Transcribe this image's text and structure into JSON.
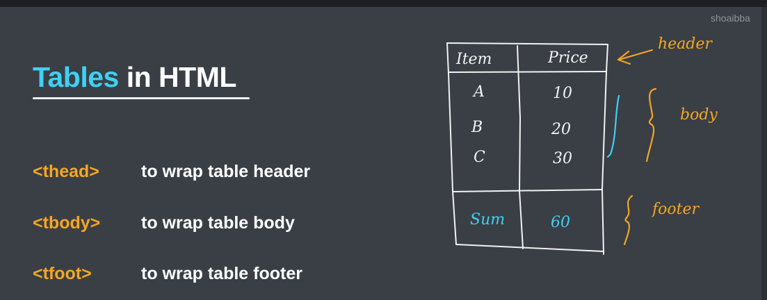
{
  "watermark": "shoaibba",
  "title": {
    "accent": "Tables",
    "rest": " in HTML"
  },
  "rows": [
    {
      "tag": "<thead>",
      "desc": "to wrap table header"
    },
    {
      "tag": "<tbody>",
      "desc": "to wrap table body"
    },
    {
      "tag": "<tfoot>",
      "desc": "to wrap table footer"
    }
  ],
  "sketch": {
    "headers": [
      "Item",
      "Price"
    ],
    "body": [
      [
        "A",
        "10"
      ],
      [
        "B",
        "20"
      ],
      [
        "C",
        "30"
      ]
    ],
    "footer": [
      "Sum",
      "60"
    ],
    "labels": {
      "header": "header",
      "body": "body",
      "footer": "footer"
    }
  },
  "colors": {
    "background": "#3a3f46",
    "accent_cyan": "#3fd0f2",
    "tag_orange": "#f5a623",
    "ink_white": "#f2f2f2"
  }
}
